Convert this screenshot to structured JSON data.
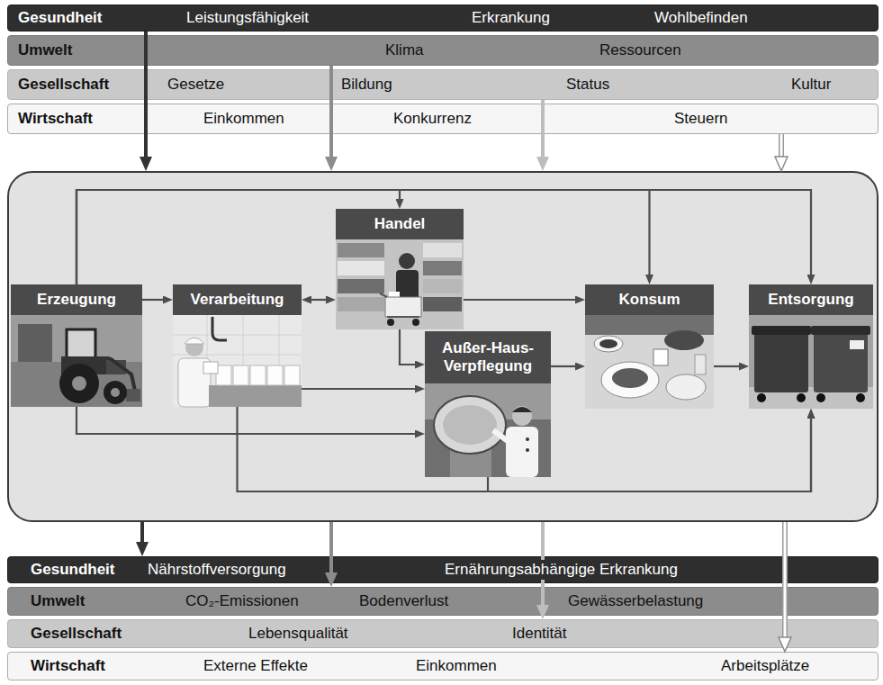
{
  "diagram": {
    "nodes": [
      {
        "text": [
          "Gesundheit",
          "Leistungsfähigkeit",
          "Erkrankung",
          "Wohlbefinden"
        ]
      },
      {
        "text": [
          "Umwelt",
          "Klima",
          "Ressourcen"
        ]
      },
      {
        "text": [
          "Gesellschaft",
          "Gesetze",
          "Bildung",
          "Status",
          "Kultur"
        ]
      },
      {
        "text": [
          "Wirtschaft",
          "Einkommen",
          "Konkurrenz",
          "Steuern"
        ]
      },
      {
        "text": []
      },
      {
        "text": [
          "Erzeugung"
        ],
        "in": 4
      },
      {
        "text": [
          "Verarbeitung"
        ],
        "in": 4
      },
      {
        "text": [
          "Handel"
        ],
        "in": 4
      },
      {
        "text": [
          "Außer-Haus-Verpflegung"
        ],
        "in": 4
      },
      {
        "text": [
          "Konsum"
        ],
        "in": 4
      },
      {
        "text": [
          "Entsorgung"
        ],
        "in": 4
      },
      {
        "text": [
          "Gesundheit",
          "Nährstoffversorgung",
          "Ernährungsabhängige Erkrankung"
        ]
      },
      {
        "text": [
          "Umwelt",
          "CO₂-Emissionen",
          "Bodenverlust",
          "Gewässerbelastung"
        ]
      },
      {
        "text": [
          "Gesellschaft",
          "Lebensqualität",
          "Identität"
        ]
      },
      {
        "text": [
          "Wirtschaft",
          "Externe Effekte",
          "Einkommen",
          "Arbeitsplätze"
        ]
      }
    ],
    "edges": [
      {
        "from": 0,
        "to": 4,
        "arrow": "to"
      },
      {
        "from": 1,
        "to": 4,
        "arrow": "to"
      },
      {
        "from": 2,
        "to": 4,
        "arrow": "to"
      },
      {
        "from": 3,
        "to": 4,
        "arrow": "to"
      },
      {
        "from": 5,
        "to": 6,
        "arrow": "to"
      },
      {
        "from": 6,
        "to": 7,
        "arrow": "both"
      },
      {
        "from": 7,
        "to": 9,
        "arrow": "to"
      },
      {
        "from": 7,
        "to": 8,
        "arrow": "to"
      },
      {
        "from": 6,
        "to": 8,
        "arrow": "to"
      },
      {
        "from": 5,
        "to": 8,
        "arrow": "to"
      },
      {
        "from": 8,
        "to": 9,
        "arrow": "to"
      },
      {
        "from": 9,
        "to": 10,
        "arrow": "to"
      },
      {
        "from": 5,
        "to": 7,
        "arrow": "to"
      },
      {
        "from": 5,
        "to": 9,
        "arrow": "to"
      },
      {
        "from": 5,
        "to": 10,
        "arrow": "to"
      },
      {
        "from": 6,
        "to": 10,
        "arrow": "to"
      },
      {
        "from": 8,
        "to": 10,
        "arrow": "to"
      },
      {
        "from": 4,
        "to": 11,
        "arrow": "to"
      },
      {
        "from": 4,
        "to": 12,
        "arrow": "to"
      },
      {
        "from": 4,
        "to": 13,
        "arrow": "to"
      },
      {
        "from": 4,
        "to": 14,
        "arrow": "to"
      }
    ]
  }
}
